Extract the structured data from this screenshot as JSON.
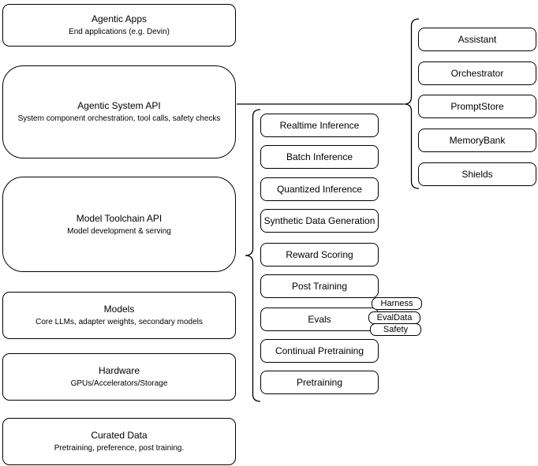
{
  "diagram": {
    "stack": [
      {
        "title": "Agentic Apps",
        "subtitle": "End applications (e.g. Devin)"
      },
      {
        "title": "Agentic System API",
        "subtitle": "System component orchestration, tool calls, safety checks"
      },
      {
        "title": "Model Toolchain API",
        "subtitle": "Model development & serving"
      },
      {
        "title": "Models",
        "subtitle": "Core LLMs, adapter weights, secondary models"
      },
      {
        "title": "Hardware",
        "subtitle": "GPUs/Accelerators/Storage"
      },
      {
        "title": "Curated Data",
        "subtitle": "Pretraining, preference, post training."
      }
    ],
    "toolchain_components": [
      "Realtime Inference",
      "Batch Inference",
      "Quantized Inference",
      "Synthetic Data Generation",
      "Reward Scoring",
      "Post Training",
      "Evals",
      "Continual Pretraining",
      "Pretraining"
    ],
    "evals_tags": [
      "Harness",
      "EvalData",
      "Safety"
    ],
    "system_components": [
      "Assistant",
      "Orchestrator",
      "PromptStore",
      "MemoryBank",
      "Shields"
    ],
    "colors": {
      "stroke": "#000000",
      "fill": "#ffffff",
      "background": "#ffffff"
    }
  }
}
